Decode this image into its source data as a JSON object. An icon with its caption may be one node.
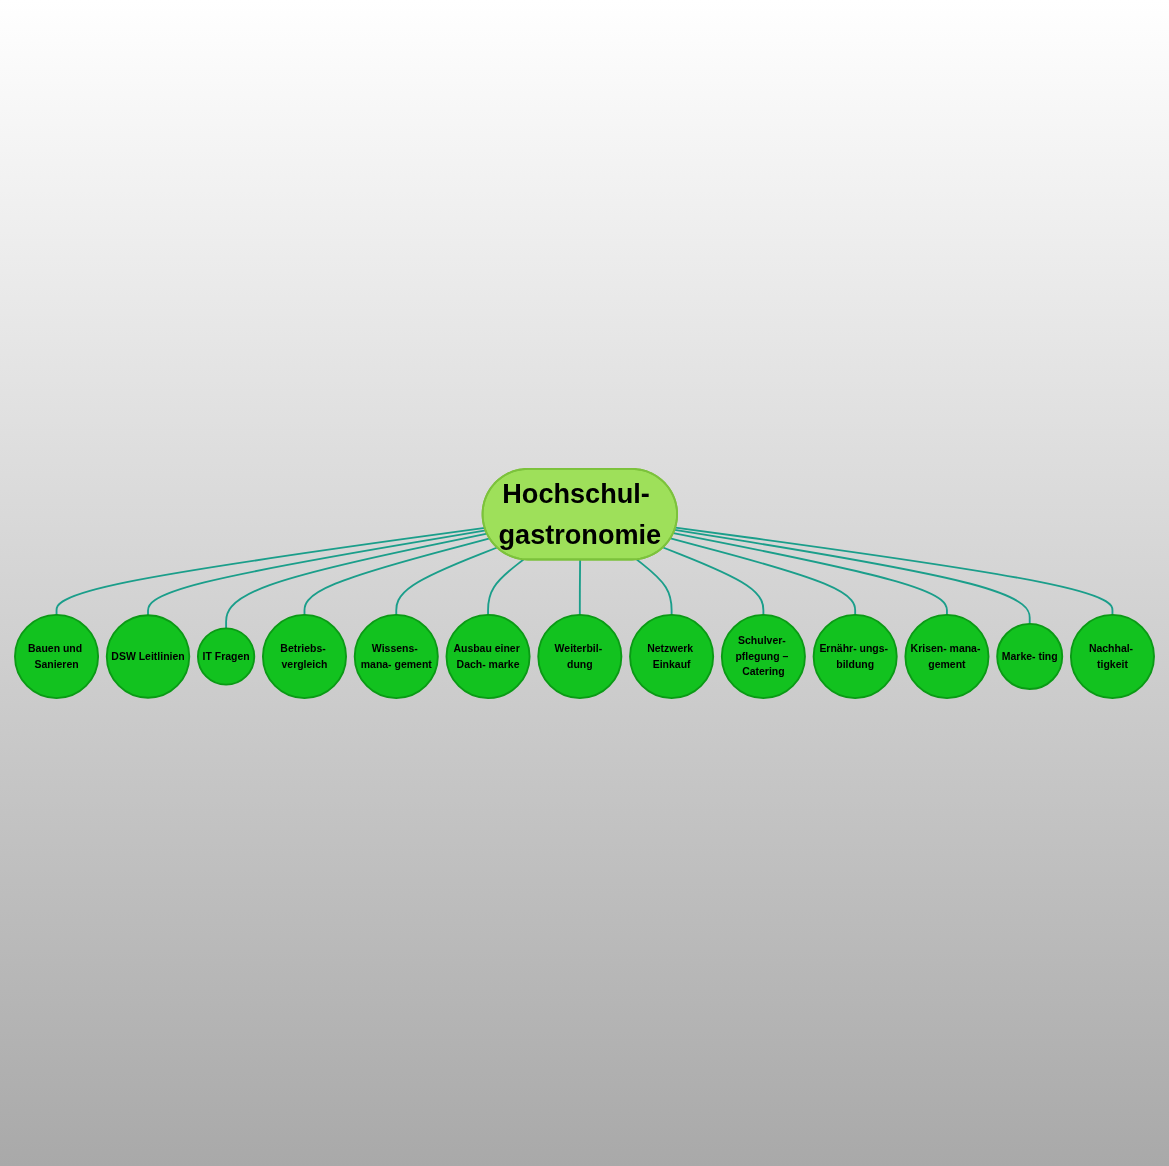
{
  "diagram": {
    "nodes": [
      {
        "text": [
          "Hochschul- gastronomie"
        ]
      },
      {
        "text": [
          "Bauen und Sanieren"
        ]
      },
      {
        "text": [
          "DSW Leitlinien"
        ]
      },
      {
        "text": [
          "IT Fragen"
        ]
      },
      {
        "text": [
          "Betriebs- vergleich"
        ]
      },
      {
        "text": [
          "Wissens- mana- gement"
        ]
      },
      {
        "text": [
          "Ausbau einer Dach- marke"
        ]
      },
      {
        "text": [
          "Weiterbil- dung"
        ]
      },
      {
        "text": [
          "Netzwerk Einkauf"
        ]
      },
      {
        "text": [
          "Schulver- pflegung – Catering"
        ]
      },
      {
        "text": [
          "Ernähr- ungs- bildung"
        ]
      },
      {
        "text": [
          "Krisen- mana- gement"
        ]
      },
      {
        "text": [
          "Marke- ting"
        ]
      },
      {
        "text": [
          "Nachhal- tigkeit"
        ]
      }
    ],
    "edges": [
      {
        "from": 0,
        "to": 1,
        "arrow": "none"
      },
      {
        "from": 0,
        "to": 2,
        "arrow": "none"
      },
      {
        "from": 0,
        "to": 3,
        "arrow": "none"
      },
      {
        "from": 0,
        "to": 4,
        "arrow": "none"
      },
      {
        "from": 0,
        "to": 5,
        "arrow": "none"
      },
      {
        "from": 0,
        "to": 6,
        "arrow": "none"
      },
      {
        "from": 0,
        "to": 7,
        "arrow": "none"
      },
      {
        "from": 0,
        "to": 8,
        "arrow": "none"
      },
      {
        "from": 0,
        "to": 9,
        "arrow": "none"
      },
      {
        "from": 0,
        "to": 10,
        "arrow": "none"
      },
      {
        "from": 0,
        "to": 11,
        "arrow": "none"
      },
      {
        "from": 0,
        "to": 12,
        "arrow": "none"
      },
      {
        "from": 0,
        "to": 13,
        "arrow": "none"
      }
    ]
  }
}
